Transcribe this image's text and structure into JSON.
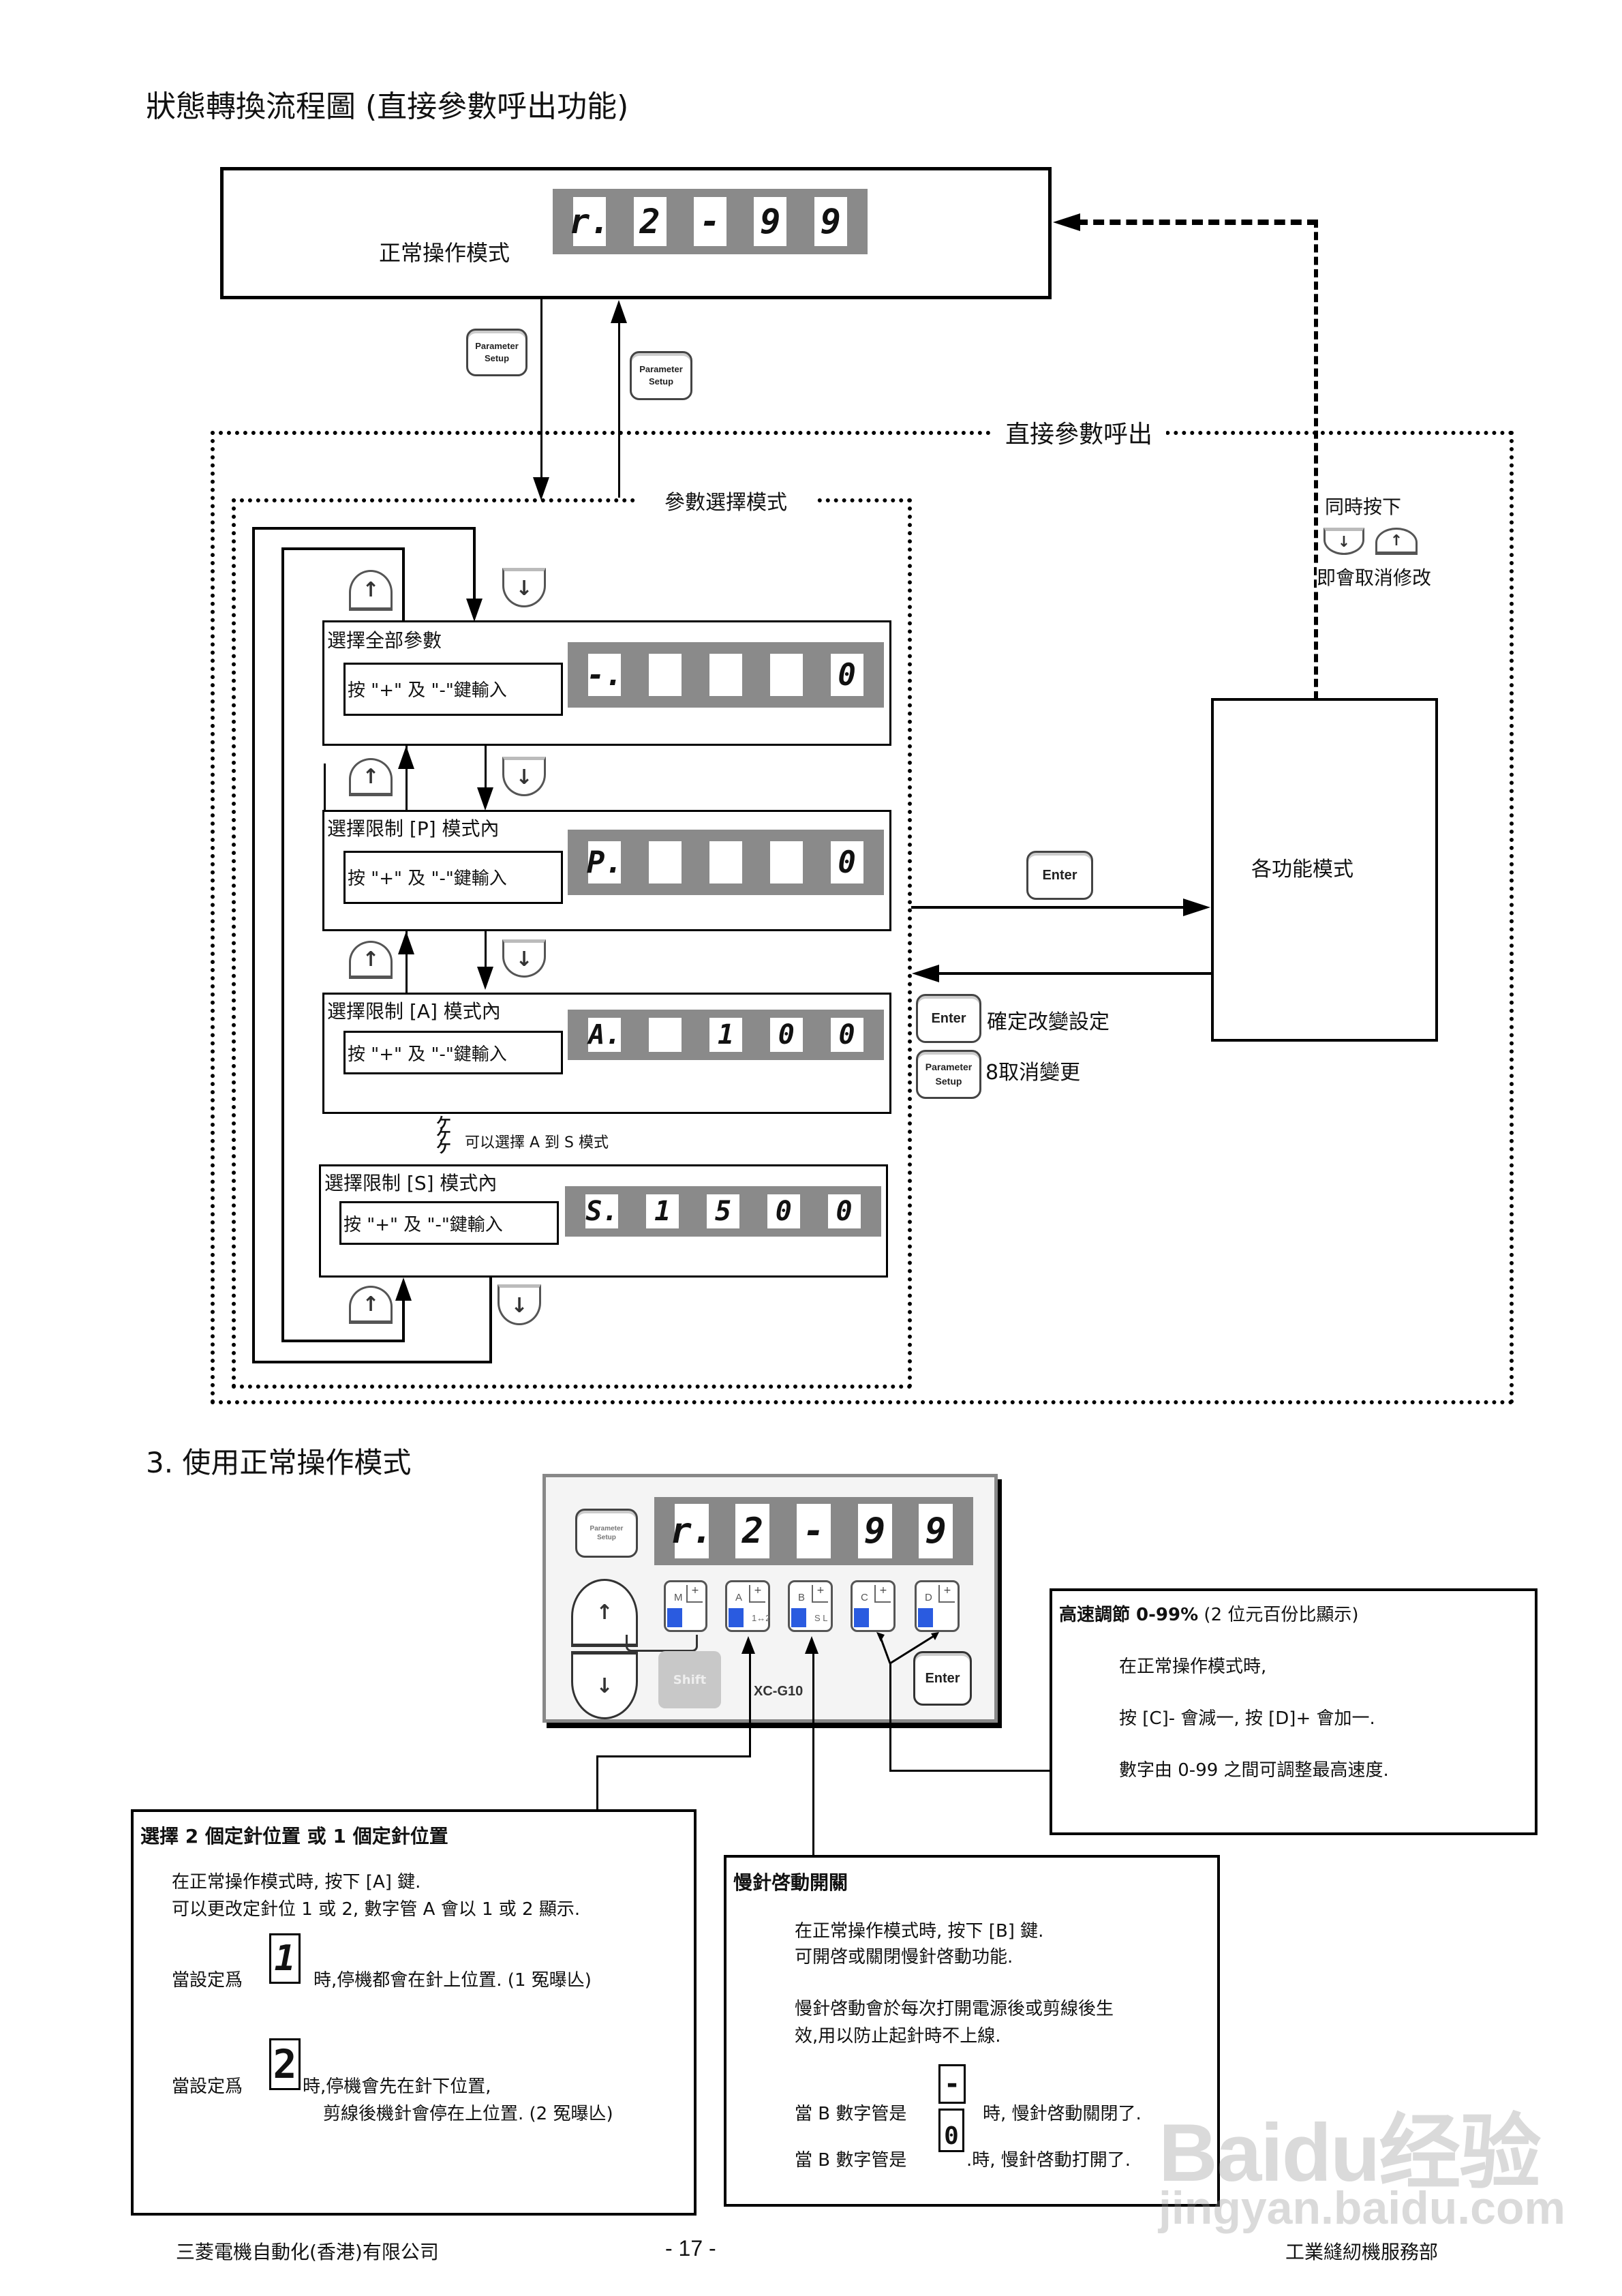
{
  "page": {
    "title": "狀態轉換流程圖  (直接參數呼出功能)",
    "section3_title": "3.  使用正常操作模式",
    "footer_left": "三菱電機自動化(香港)有限公司",
    "footer_center": "- 17 -",
    "footer_right": "工業縫紉機服務部",
    "watermark_main": "Baidu经验",
    "watermark_sub": "jingyan.baidu.com"
  },
  "flow": {
    "normal_mode": {
      "label": "正常操作模式",
      "display": [
        "r.",
        "2",
        "-",
        "9",
        "9"
      ]
    },
    "param_setup_key": [
      "Parameter",
      "Setup"
    ],
    "direct_call_label": "直接參數呼出",
    "param_select_label": "參數選擇模式",
    "cancel_note": {
      "line1": "同時按下",
      "line2": "即會取消修改",
      "down_key": "↓",
      "up_key": "↑"
    },
    "up_key": "↑",
    "down_key": "↓",
    "blocks": [
      {
        "title": "選擇全部參數",
        "hint": "按 \"+\" 及 \"-\"鍵輸入",
        "display": [
          "-.",
          "",
          "",
          "",
          "0"
        ]
      },
      {
        "title": "選擇限制 [P] 模式內",
        "hint": "按 \"+\" 及 \"-\"鍵輸入",
        "display": [
          "P.",
          "",
          "",
          "",
          "0"
        ]
      },
      {
        "title": "選擇限制 [A] 模式內",
        "hint": "按 \"+\" 及 \"-\"鍵輸入",
        "display": [
          "A.",
          "",
          "1",
          "0",
          "0"
        ]
      },
      {
        "title": "選擇限制 [S] 模式內",
        "hint": "按 \"+\" 及 \"-\"鍵輸入",
        "display": [
          "S.",
          "1",
          "5",
          "0",
          "0"
        ]
      }
    ],
    "skip_note": "可以選擇 A 到 S 模式",
    "function_mode_label": "各功能模式",
    "enter_key": "Enter",
    "confirm_note": "確定改變設定",
    "cancel_change_note": "8取消變更"
  },
  "panel": {
    "param_key": [
      "Parameter",
      "Setup"
    ],
    "display": [
      "r.",
      "2",
      "-",
      "9",
      "9"
    ],
    "keys": [
      {
        "label": "M",
        "sub": ""
      },
      {
        "label": "A",
        "sub": "1↔2"
      },
      {
        "label": "B",
        "sub": "S L"
      },
      {
        "label": "C",
        "sub": ""
      },
      {
        "label": "D",
        "sub": ""
      }
    ],
    "plus": "+",
    "up_key": "↑",
    "down_key": "↓",
    "shift_key": "Shift",
    "enter_key": "Enter",
    "model": "XC-G10"
  },
  "callouts": {
    "speed": {
      "title_bold": "高速調節  0-99%",
      "title_rest": " (2 位元百份比顯示)",
      "lines": [
        "在正常操作模式時,",
        "按  [C]-  會減一,  按  [D]+  會加一.",
        "數字由 0-99 之間可調整最高速度."
      ]
    },
    "needle_position": {
      "title": "選擇  2 個定針位置  或 1 個定針位置",
      "lines": [
        "在正常操作模式時,  按下  [A]  鍵.",
        "可以更改定針位 1 或 2,  數字管 A 會以 1 或 2 顯示."
      ],
      "case1_prefix": "當設定爲",
      "case1_digit": "1",
      "case1_text": "時,停機都會在針上位置. (1 冤曝亾)",
      "case2_prefix": "當設定爲",
      "case2_digit": "2",
      "case2_text": "時,停機會先在針下位置,",
      "case2_text2": "剪線後機針會停在上位置. (2 冤曝亾)"
    },
    "slow_start": {
      "title": "慢針啓動開關",
      "lines": [
        "在正常操作模式時,  按下  [B]  鍵.",
        "可開啓或關閉慢針啓動功能."
      ],
      "para2": [
        "慢針啓動會於每次打開電源後或剪線後生",
        "效,用以防止起針時不上線."
      ],
      "case1_prefix": "當 B 數字管是",
      "case1_digit": "-",
      "case1_text": "時,  慢針啓動關閉了.",
      "case2_prefix": "當 B 數字管是",
      "case2_digit": "0",
      "case2_text": ".時,  慢針啓動打開了."
    }
  }
}
